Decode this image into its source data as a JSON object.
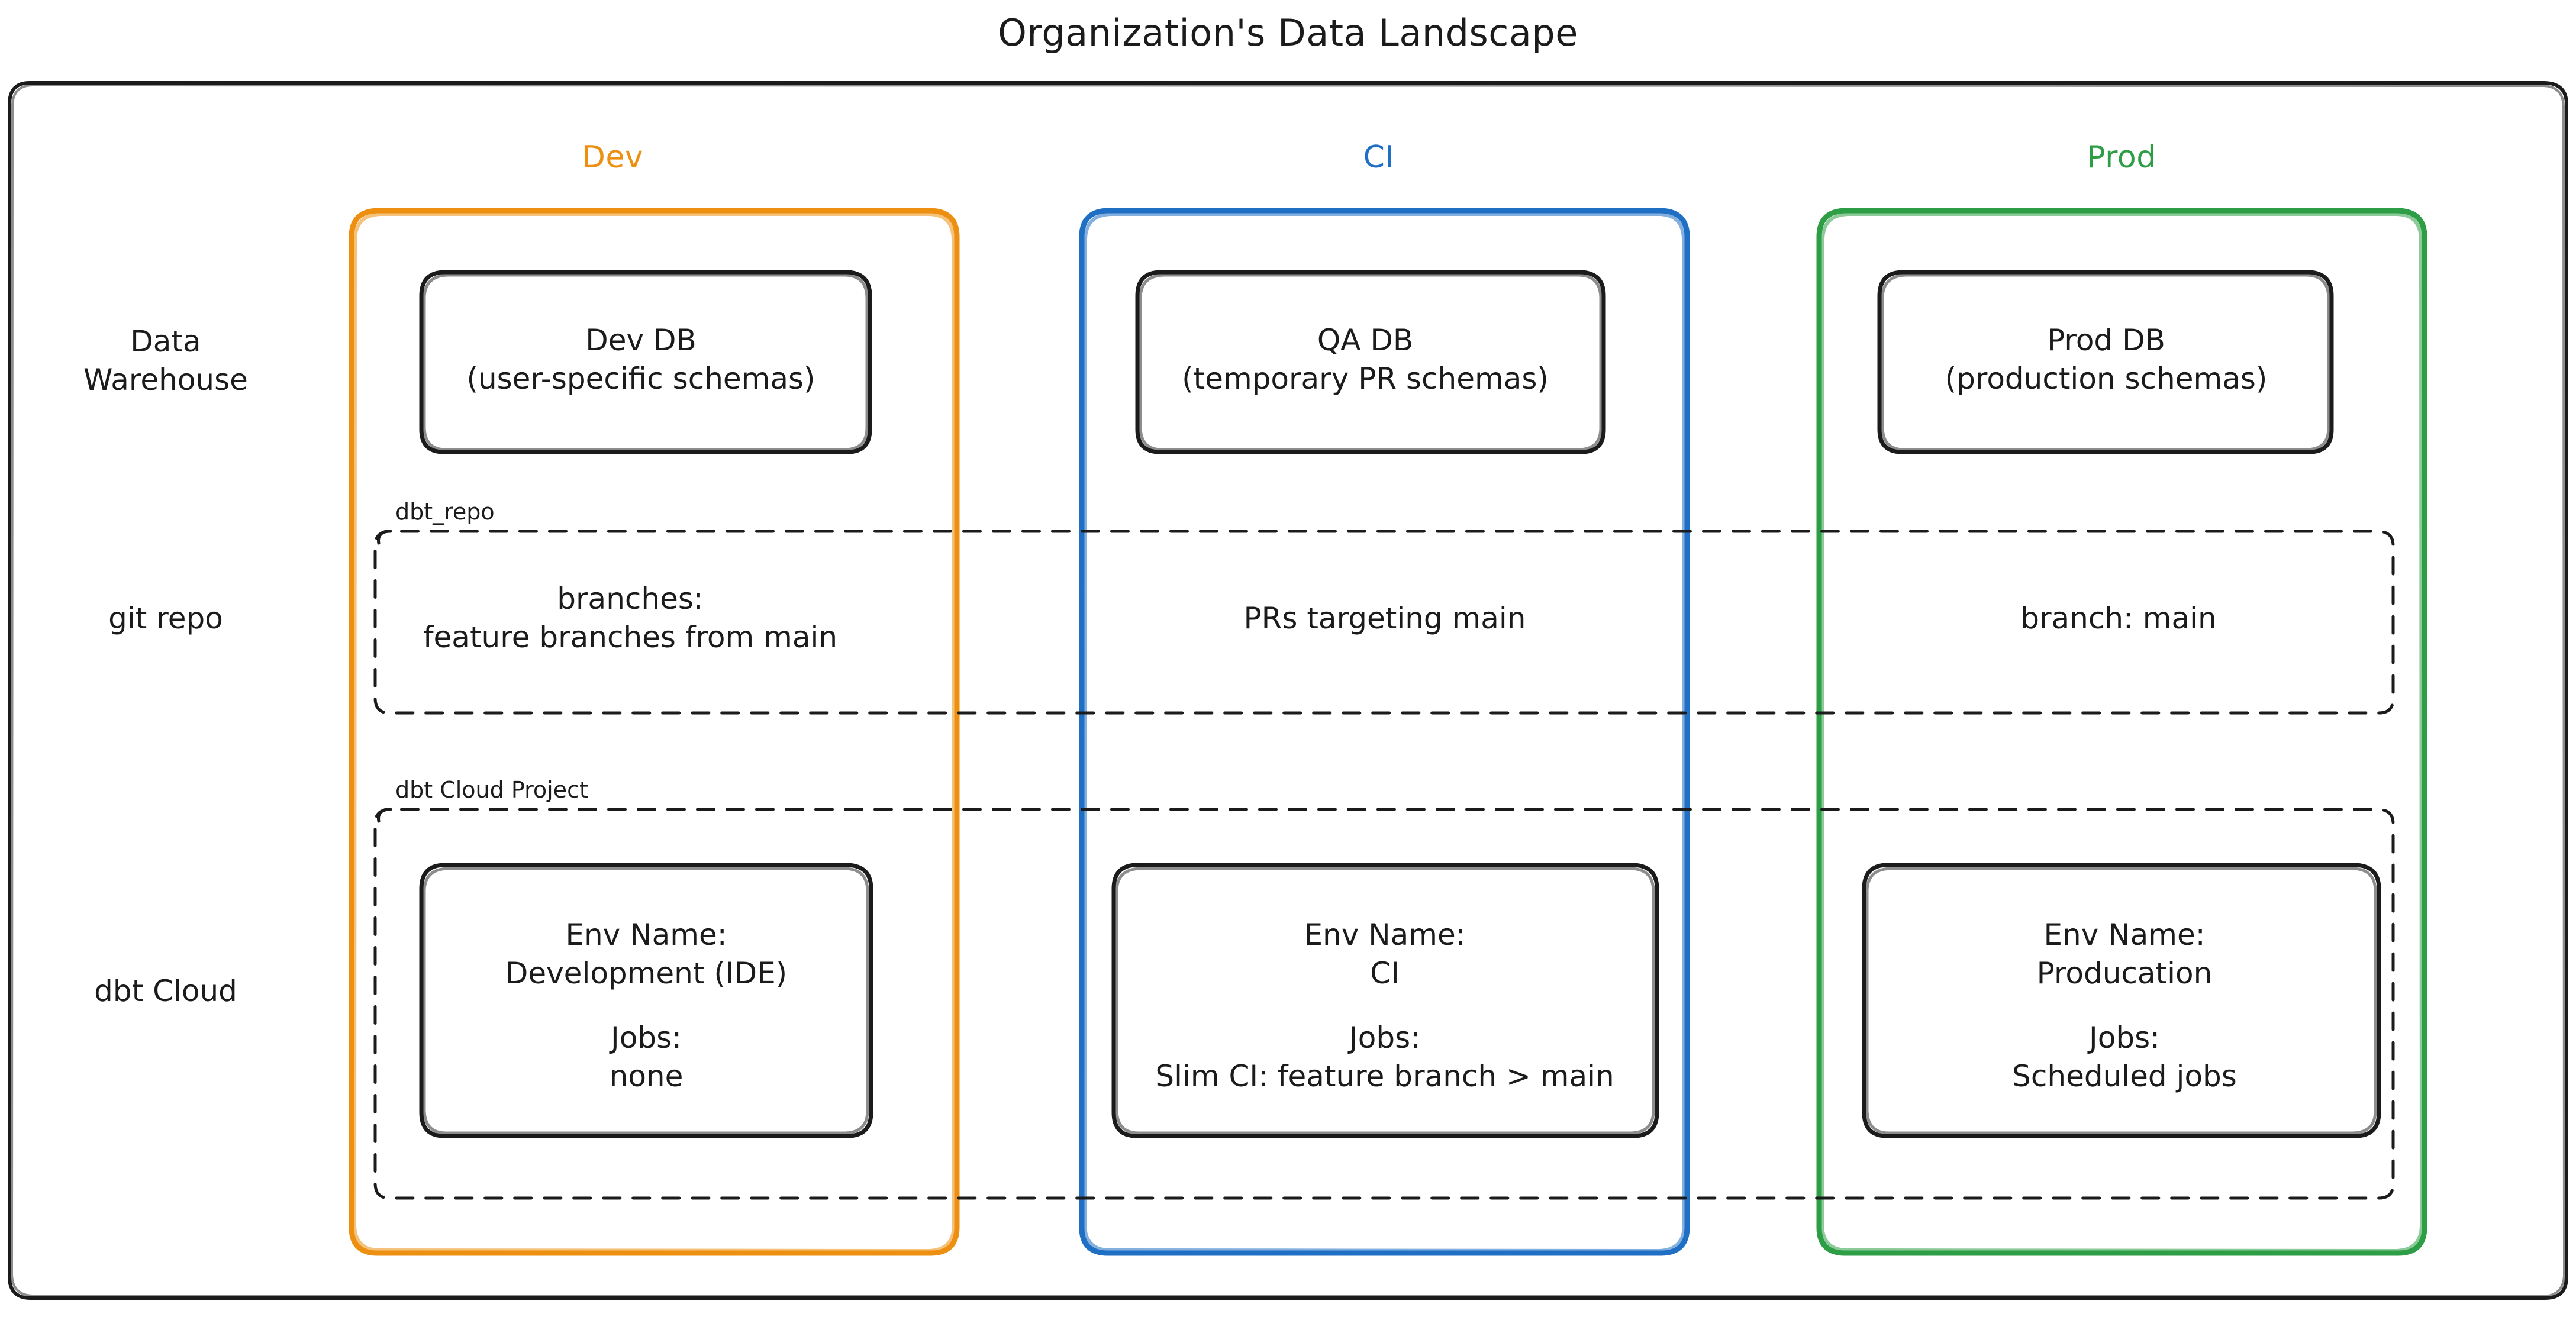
{
  "title": "Organization's Data Landscape",
  "colors": {
    "dev": "#ed9011",
    "ci": "#1f6fc4",
    "prod": "#2e9e46",
    "node_stroke": "#1b1b1b",
    "frame_stroke": "#1b1b1b",
    "background": "#ffffff"
  },
  "columns": [
    {
      "key": "dev",
      "label": "Dev"
    },
    {
      "key": "ci",
      "label": "CI"
    },
    {
      "key": "prod",
      "label": "Prod"
    }
  ],
  "rows": [
    {
      "key": "warehouse",
      "label_line1": "Data",
      "label_line2": "Warehouse"
    },
    {
      "key": "git",
      "label_line1": "git repo",
      "label_line2": ""
    },
    {
      "key": "dbtcloud",
      "label_line1": "dbt Cloud",
      "label_line2": ""
    }
  ],
  "groups": {
    "git_repo": "dbt_repo",
    "dbt_cloud_project": "dbt Cloud Project"
  },
  "nodes": {
    "warehouse": {
      "dev": {
        "line1": "Dev DB",
        "line2": "(user-specific schemas)"
      },
      "ci": {
        "line1": "QA DB",
        "line2": "(temporary PR schemas)"
      },
      "prod": {
        "line1": "Prod DB",
        "line2": "(production schemas)"
      }
    },
    "git": {
      "dev": {
        "line1": "branches:",
        "line2": "feature branches from main"
      },
      "ci": {
        "line1": "PRs targeting main",
        "line2": ""
      },
      "prod": {
        "line1": "branch: main",
        "line2": ""
      }
    },
    "dbtcloud": {
      "dev": {
        "env_label": "Env Name:",
        "env_value": "Development (IDE)",
        "jobs_label": "Jobs:",
        "jobs_value": "none"
      },
      "ci": {
        "env_label": "Env Name:",
        "env_value": "CI",
        "jobs_label": "Jobs:",
        "jobs_value": "Slim CI: feature branch > main"
      },
      "prod": {
        "env_label": "Env Name:",
        "env_value": "Producation",
        "jobs_label": "Jobs:",
        "jobs_value": "Scheduled jobs"
      }
    }
  }
}
